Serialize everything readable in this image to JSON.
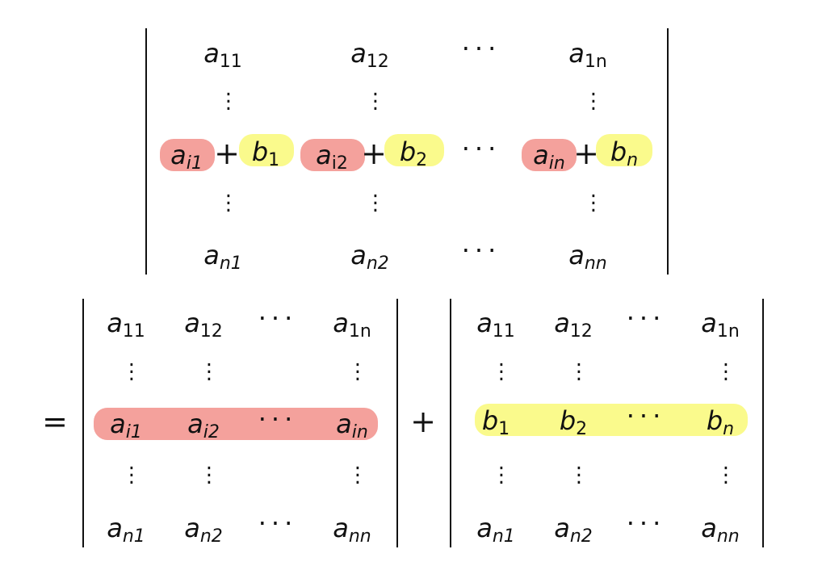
{
  "colors": {
    "a_highlight": "#f4a19c",
    "b_highlight": "#fafa8c"
  },
  "operators": {
    "equals": "=",
    "plus": "+"
  },
  "dots": {
    "h": "···",
    "v": "⋮"
  },
  "top": {
    "row1": [
      {
        "base": "a",
        "sub": "11"
      },
      {
        "base": "a",
        "sub": "12"
      },
      {
        "base": "a",
        "sub": "1n"
      }
    ],
    "row_i": [
      {
        "a_base": "a",
        "a_sub": "i1",
        "b_base": "b",
        "b_sub": "1"
      },
      {
        "a_base": "a",
        "a_sub": "i2",
        "b_base": "b",
        "b_sub": "2"
      },
      {
        "a_base": "a",
        "a_sub": "in",
        "b_base": "b",
        "b_sub": "n"
      }
    ],
    "rown": [
      {
        "base": "a",
        "sub": "n1"
      },
      {
        "base": "a",
        "sub": "n2"
      },
      {
        "base": "a",
        "sub": "nn"
      }
    ]
  },
  "left": {
    "row1": [
      {
        "base": "a",
        "sub": "11"
      },
      {
        "base": "a",
        "sub": "12"
      },
      {
        "base": "a",
        "sub": "1n"
      }
    ],
    "row_i": [
      {
        "base": "a",
        "sub": "i1"
      },
      {
        "base": "a",
        "sub": "i2"
      },
      {
        "base": "a",
        "sub": "in"
      }
    ],
    "rown": [
      {
        "base": "a",
        "sub": "n1"
      },
      {
        "base": "a",
        "sub": "n2"
      },
      {
        "base": "a",
        "sub": "nn"
      }
    ]
  },
  "right": {
    "row1": [
      {
        "base": "a",
        "sub": "11"
      },
      {
        "base": "a",
        "sub": "12"
      },
      {
        "base": "a",
        "sub": "1n"
      }
    ],
    "row_i": [
      {
        "base": "b",
        "sub": "1"
      },
      {
        "base": "b",
        "sub": "2"
      },
      {
        "base": "b",
        "sub": "n"
      }
    ],
    "rown": [
      {
        "base": "a",
        "sub": "n1"
      },
      {
        "base": "a",
        "sub": "n2"
      },
      {
        "base": "a",
        "sub": "nn"
      }
    ]
  }
}
